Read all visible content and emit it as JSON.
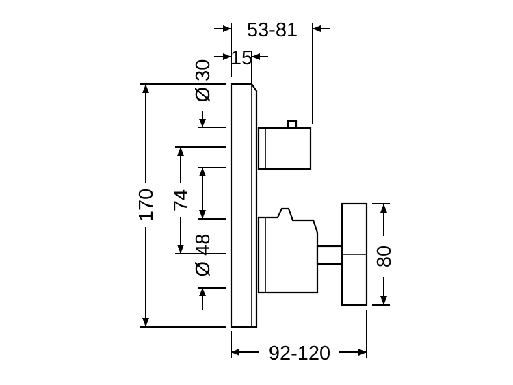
{
  "dimensions": {
    "top_total": "53-81",
    "top_offset": "15",
    "diameter_upper": "Ø 30",
    "height_mid": "74",
    "diameter_lower": "Ø 48",
    "height_total": "170",
    "bottom_depth": "92-120",
    "handle_height": "80"
  }
}
